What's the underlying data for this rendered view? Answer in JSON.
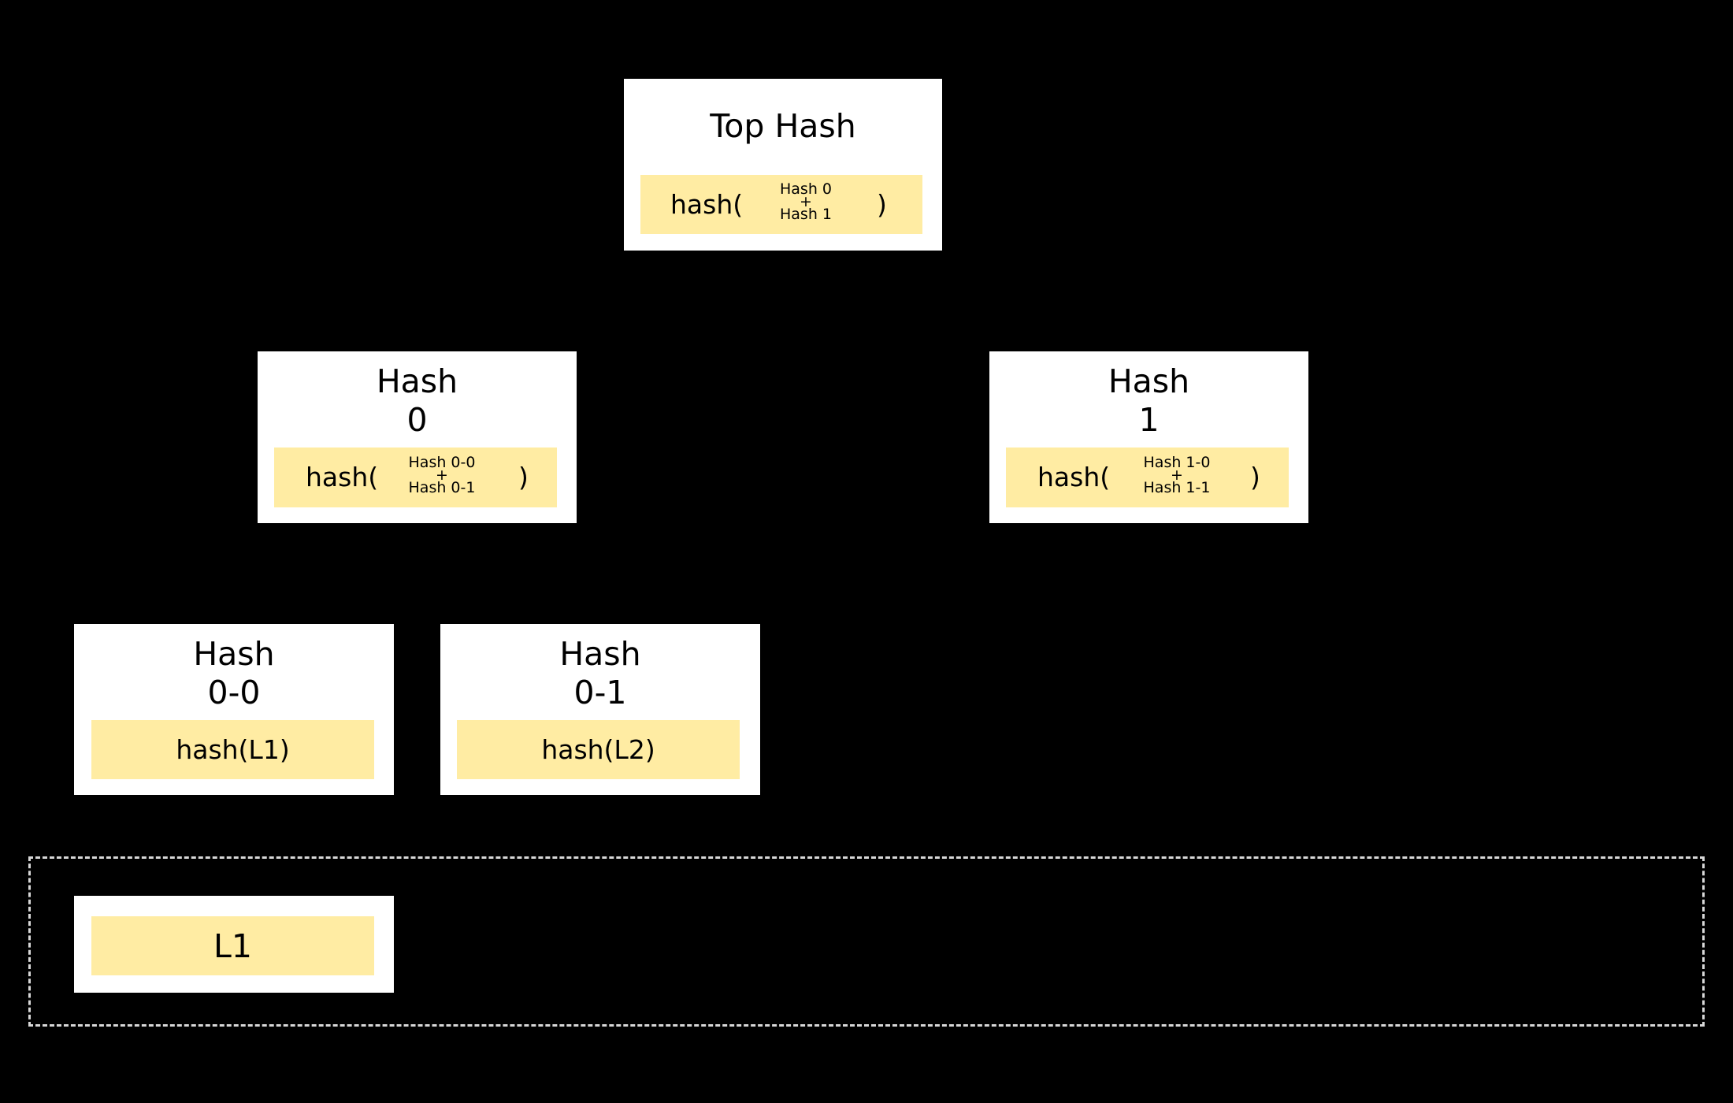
{
  "colors": {
    "background": "#000000",
    "node_fill": "#ffffff",
    "hash_fill": "#ffeca3",
    "dashed_border": "#d8d8d8"
  },
  "top": {
    "title": "Top Hash",
    "fn": "hash(",
    "a": "Hash 0",
    "plus": "+",
    "b": "Hash 1",
    "close": ")"
  },
  "hash0": {
    "title_line1": "Hash",
    "title_line2": "0",
    "fn": "hash(",
    "a": "Hash 0-0",
    "plus": "+",
    "b": "Hash 0-1",
    "close": ")"
  },
  "hash1": {
    "title_line1": "Hash",
    "title_line2": "1",
    "fn": "hash(",
    "a": "Hash 1-0",
    "plus": "+",
    "b": "Hash 1-1",
    "close": ")"
  },
  "hash00": {
    "title_line1": "Hash",
    "title_line2": "0-0",
    "value": "hash(L1)"
  },
  "hash01": {
    "title_line1": "Hash",
    "title_line2": "0-1",
    "value": "hash(L2)"
  },
  "leaf1": {
    "value": "L1"
  }
}
